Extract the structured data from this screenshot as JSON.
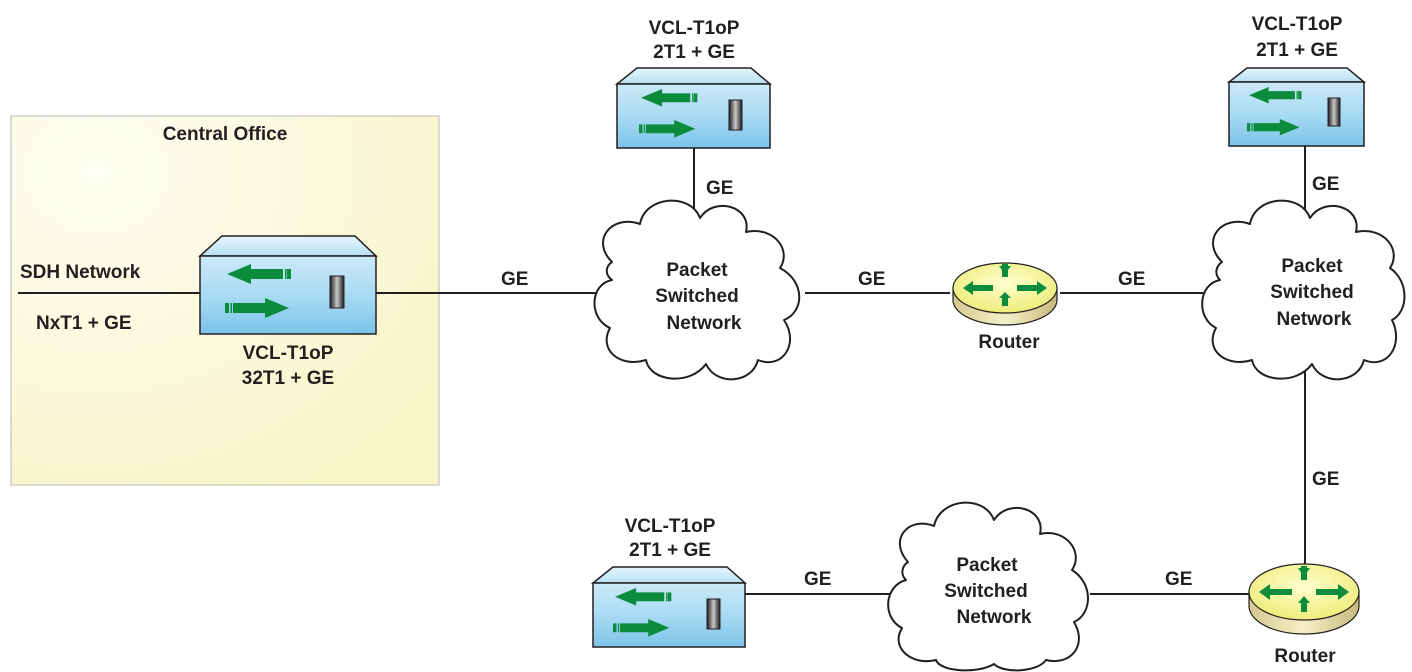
{
  "central_office": {
    "title": "Central Office",
    "sdh_label": "SDH Network",
    "link_rate": "NxT1 + GE"
  },
  "devices": {
    "main": {
      "model": "VCL-T1oP",
      "capacity": "32T1 + GE"
    },
    "top_center": {
      "model": "VCL-T1oP",
      "capacity": "2T1 + GE"
    },
    "top_right": {
      "model": "VCL-T1oP",
      "capacity": "2T1 + GE"
    },
    "bottom": {
      "model": "VCL-T1oP",
      "capacity": "2T1 + GE"
    }
  },
  "clouds": {
    "center": [
      "Packet",
      "Switched",
      "Network"
    ],
    "right": [
      "Packet",
      "Switched",
      "Network"
    ],
    "bottom": [
      "Packet",
      "Switched",
      "Network"
    ]
  },
  "routers": {
    "middle": "Router",
    "bottom_right": "Router"
  },
  "links": {
    "main_to_cloud": "GE",
    "cloud_to_top": "GE",
    "cloud_to_router": "GE",
    "router_to_cloud_right": "GE",
    "cloud_right_to_top": "GE",
    "cloud_right_to_router": "GE",
    "router_to_cloud_bottom": "GE",
    "cloud_bottom_to_device": "GE"
  },
  "colors": {
    "co_fill": "#fdfde2",
    "device_blue": "#9fd3f0",
    "arrow_green": "#0a8a3a",
    "router_yellow": "#f2f08a"
  }
}
